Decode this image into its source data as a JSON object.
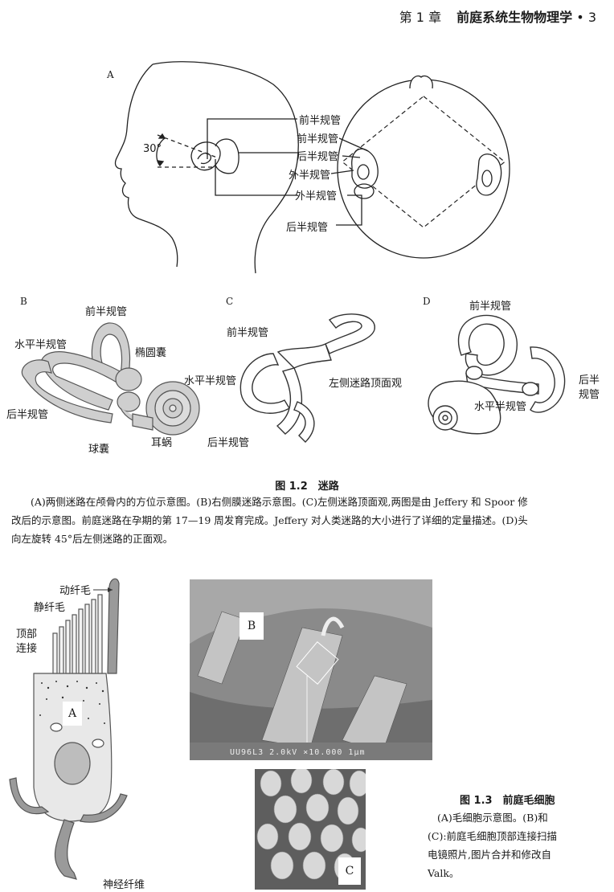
{
  "header": {
    "chapter": "第 1 章",
    "title": "前庭系统生物物理学",
    "separator": "•",
    "page": "3"
  },
  "figure_1_2": {
    "panel_a": {
      "letter": "A",
      "angle": "30°",
      "labels": [
        "前半规管",
        "前半规管",
        "后半规管",
        "外半规管",
        "外半规管",
        "后半规管"
      ]
    },
    "panel_b": {
      "letter": "B",
      "labels": {
        "anterior": "前半规管",
        "horizontal": "水平半规管",
        "utricle": "椭圆囊",
        "posterior": "后半规管",
        "saccule": "球囊",
        "cochlea": "耳蜗"
      }
    },
    "panel_c": {
      "letter": "C",
      "labels": {
        "anterior": "前半规管",
        "horizontal": "水平半规管",
        "view": "左侧迷路顶面观",
        "posterior": "后半规管"
      }
    },
    "panel_d": {
      "letter": "D",
      "labels": {
        "anterior": "前半规管",
        "horizontal": "水平半规管",
        "posterior_1": "后半",
        "posterior_2": "规管"
      }
    },
    "caption_title": "图 1.2　迷路",
    "caption_lines": [
      "(A)两侧迷路在颅骨内的方位示意图。(B)右侧膜迷路示意图。(C)左侧迷路顶面观,两图是由 Jeffery 和 Spoor 修",
      "改后的示意图。前庭迷路在孕期的第 17—19 周发育完成。Jeffery 对人类迷路的大小进行了详细的定量描述。(D)头",
      "向左旋转 45°后左侧迷路的正面观。"
    ]
  },
  "figure_1_3": {
    "labels": {
      "kinocilium": "动纤毛",
      "stereocilia": "静纤毛",
      "tip_link_1": "顶部",
      "tip_link_2": "连接",
      "nerve": "神经纤维"
    },
    "panel_letters": {
      "a": "A",
      "b": "B",
      "c": "C"
    },
    "sem_text": "UU96L3 2.0kV ×10.000 1μm",
    "caption_title": "图 1.3　前庭毛细胞",
    "caption_lines": [
      "(A)毛细胞示意图。(B)和",
      "(C):前庭毛细胞顶部连接扫描",
      "电镜照片,图片合并和修改自",
      "Valk。"
    ]
  }
}
